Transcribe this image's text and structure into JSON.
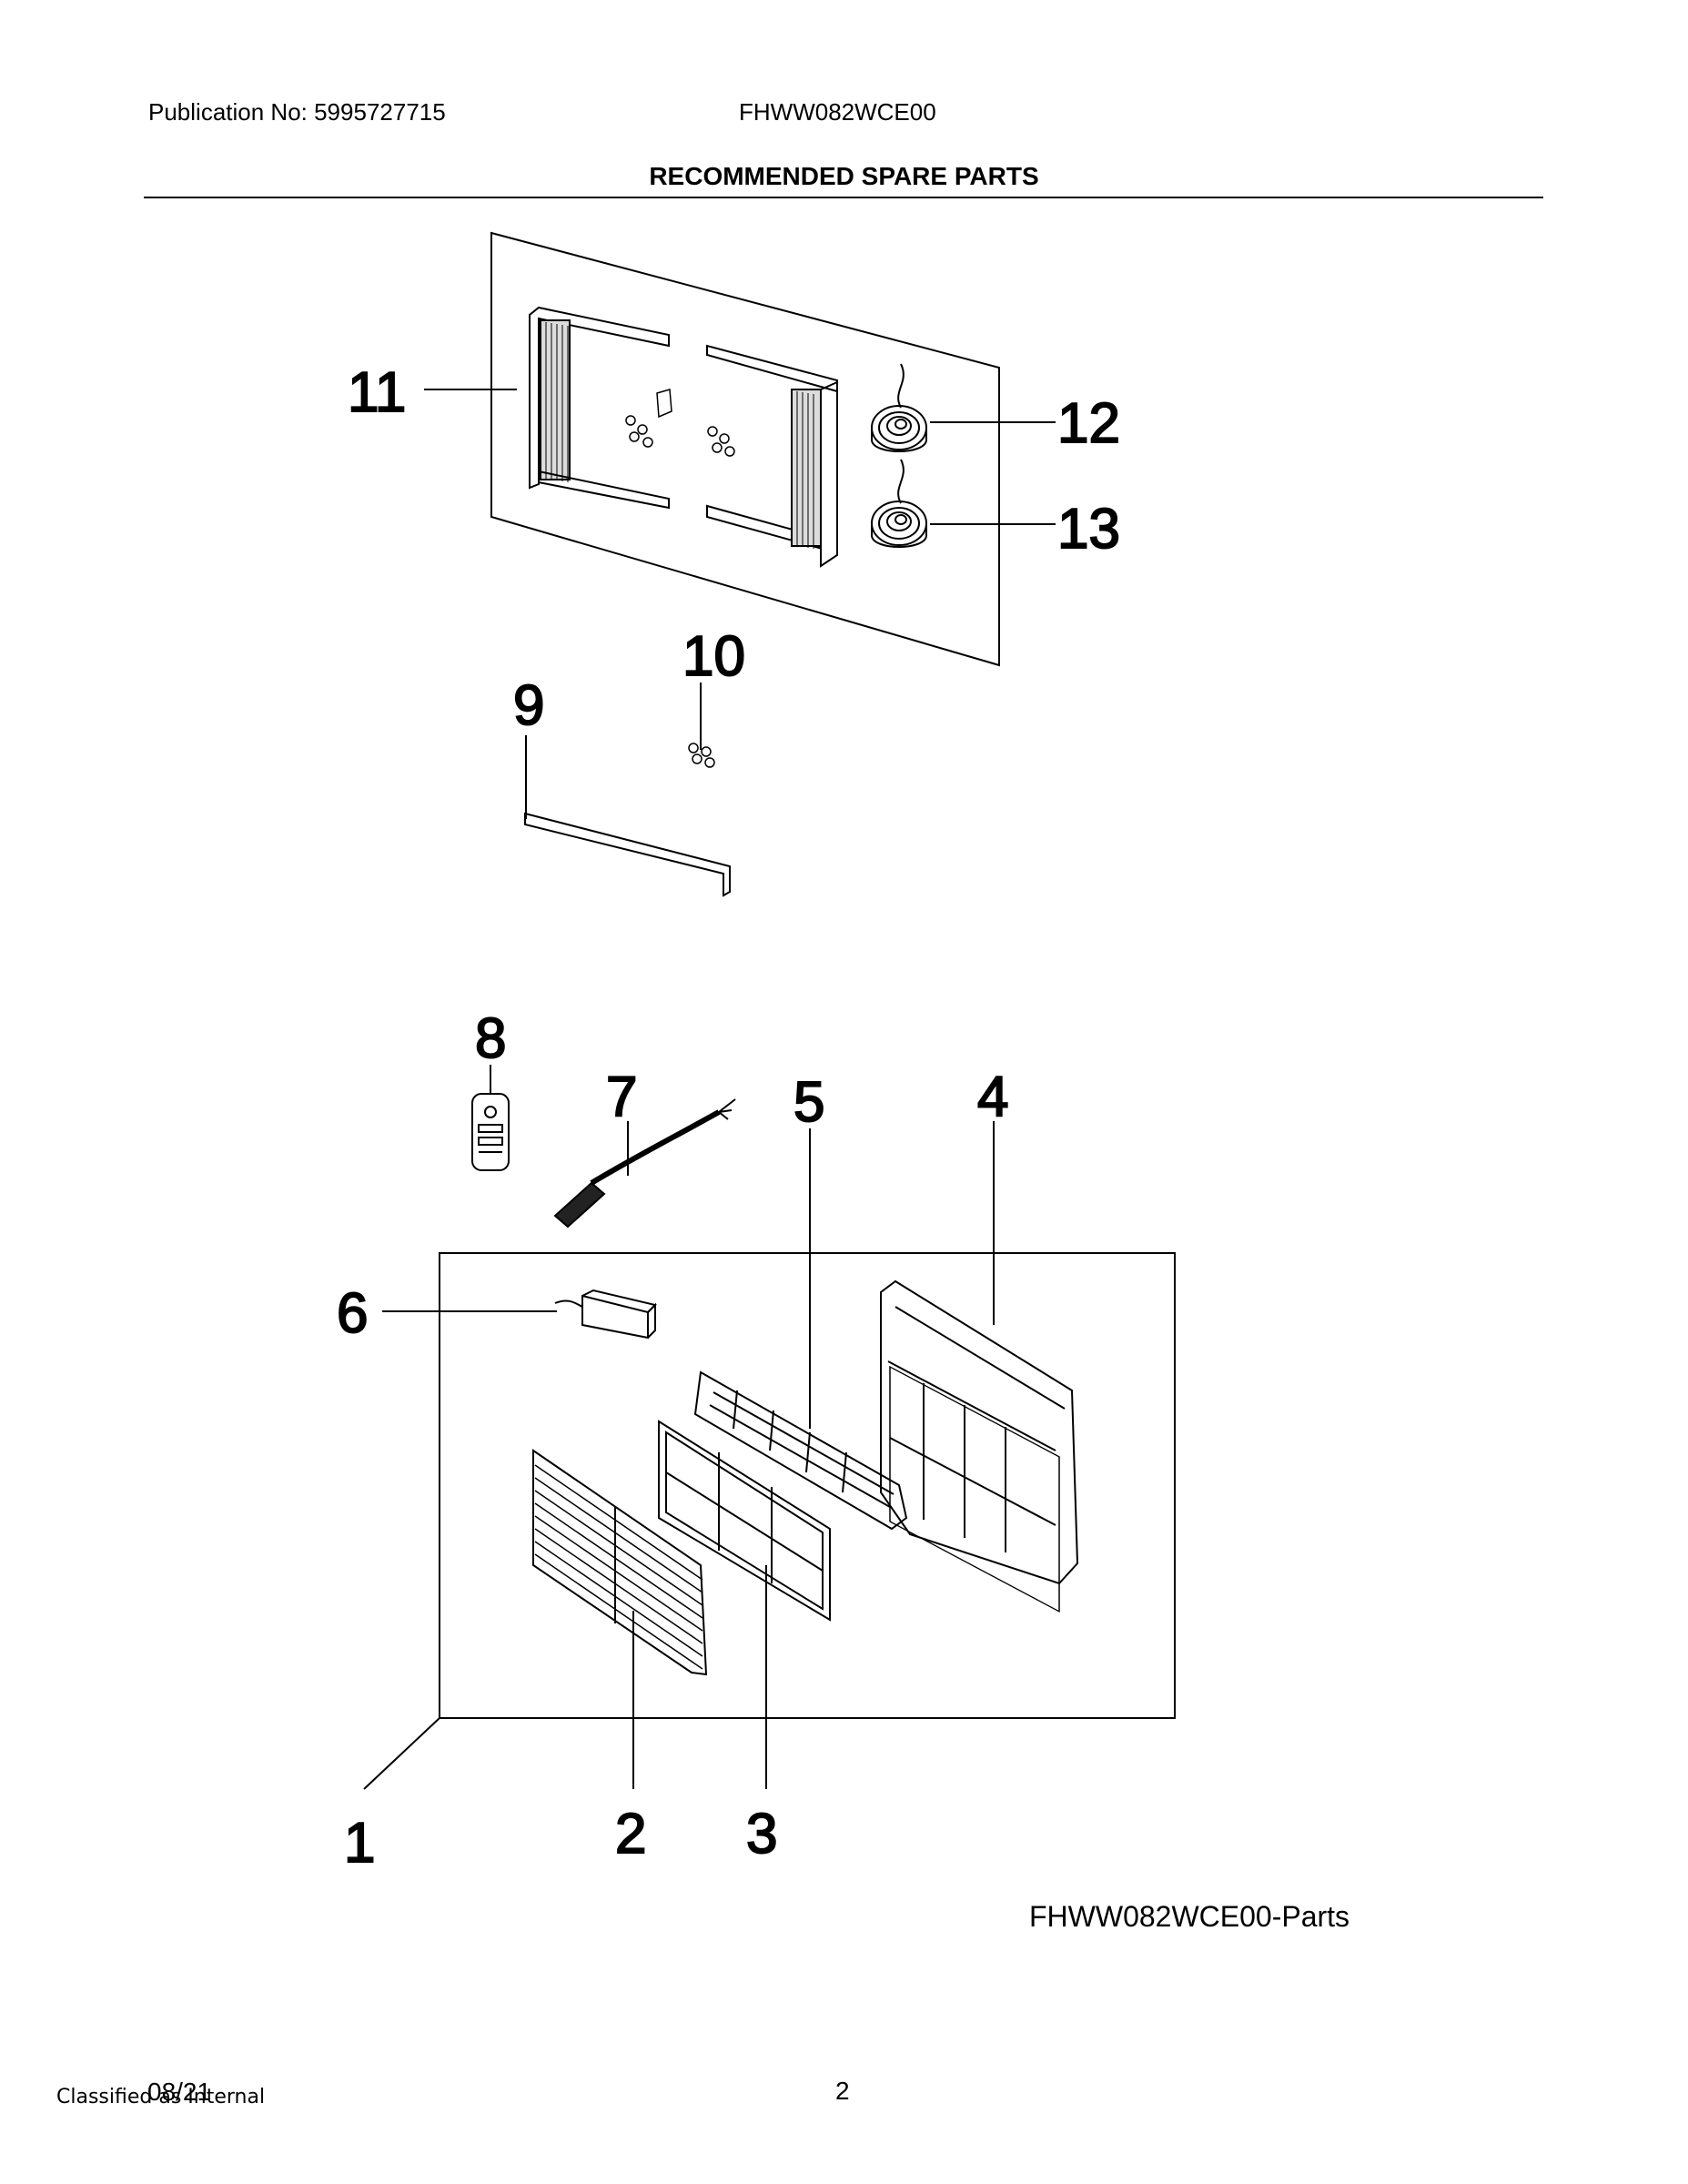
{
  "header": {
    "publication": "Publication No: 5995727715",
    "model": "FHWW082WCE00",
    "title": "RECOMMENDED SPARE PARTS"
  },
  "callouts": {
    "c1": "1",
    "c2": "2",
    "c3": "3",
    "c4": "4",
    "c5": "5",
    "c6": "6",
    "c7": "7",
    "c8": "8",
    "c9": "9",
    "c10": "10",
    "c11": "11",
    "c12": "12",
    "c13": "13"
  },
  "caption": "FHWW082WCE00-Parts",
  "footer": {
    "date": "08/21",
    "classification": "Classified as Internal",
    "page": "2"
  }
}
